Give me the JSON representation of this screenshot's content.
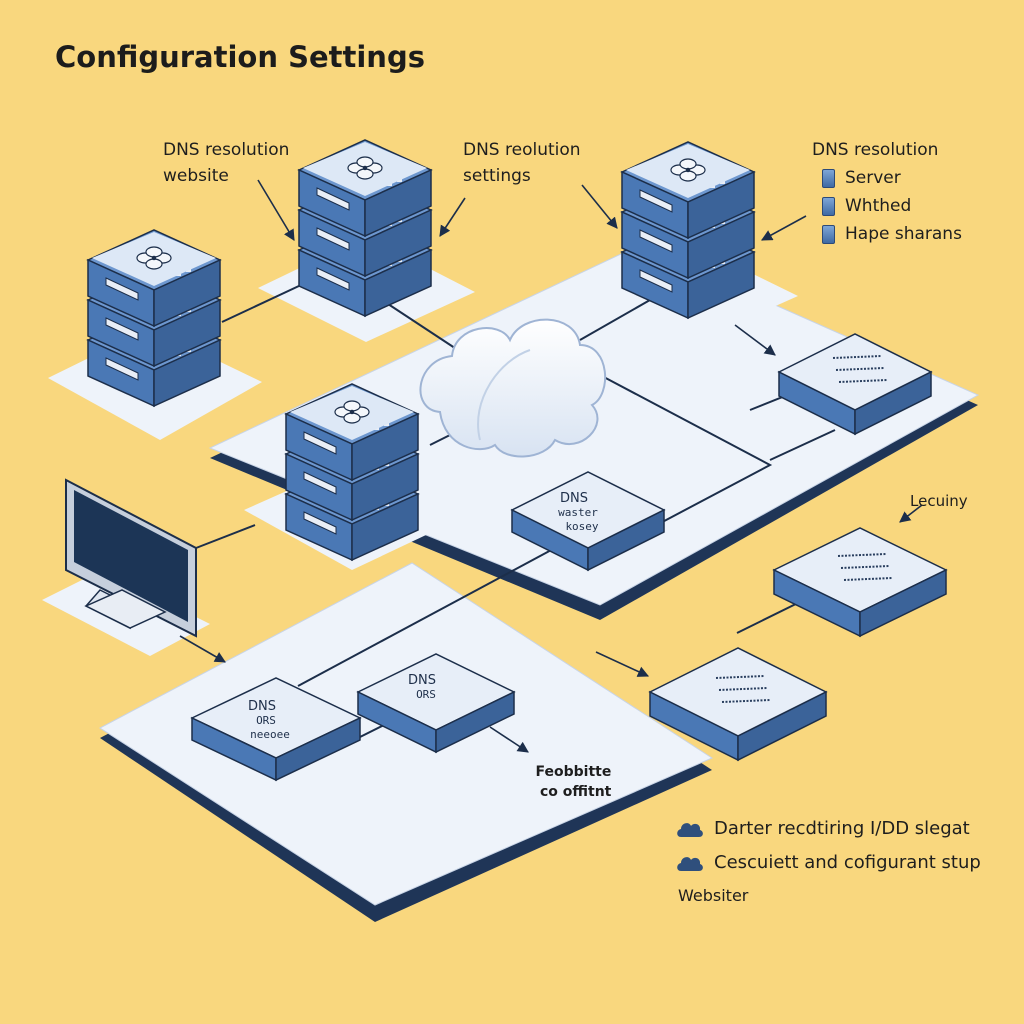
{
  "title": "Configuration Settings",
  "labels": {
    "left_server": [
      "DNS resolution",
      "website"
    ],
    "middle_server": [
      "DNS reolution",
      "settings"
    ],
    "right_server": "DNS resolution",
    "security": "Lecuiny",
    "fallback": [
      "Feobbitte",
      "co offitnt"
    ]
  },
  "legend": [
    "Server",
    "Whthed",
    "Hape sharans"
  ],
  "boxes": {
    "dns_center": [
      "DNS",
      "waster",
      "kosey"
    ],
    "dns_left": [
      "DNS",
      "ORS",
      "neeoee"
    ],
    "dns_mid": [
      "DNS",
      "ORS",
      ""
    ]
  },
  "bottom_notes": [
    "Darter recdtiring I/DD slegat",
    "Cescuiett and cofigurant stup"
  ],
  "bottom_footer": "Websiter",
  "colors": {
    "background": "#f9d77e",
    "platform": "#eef3fa",
    "platform_edge": "#1f3557",
    "server_blue": "#4a78b5",
    "server_top": "#dde8f6"
  },
  "icons": [
    "flower-icon",
    "cloud-icon",
    "monitor-icon",
    "arrow-icon"
  ]
}
